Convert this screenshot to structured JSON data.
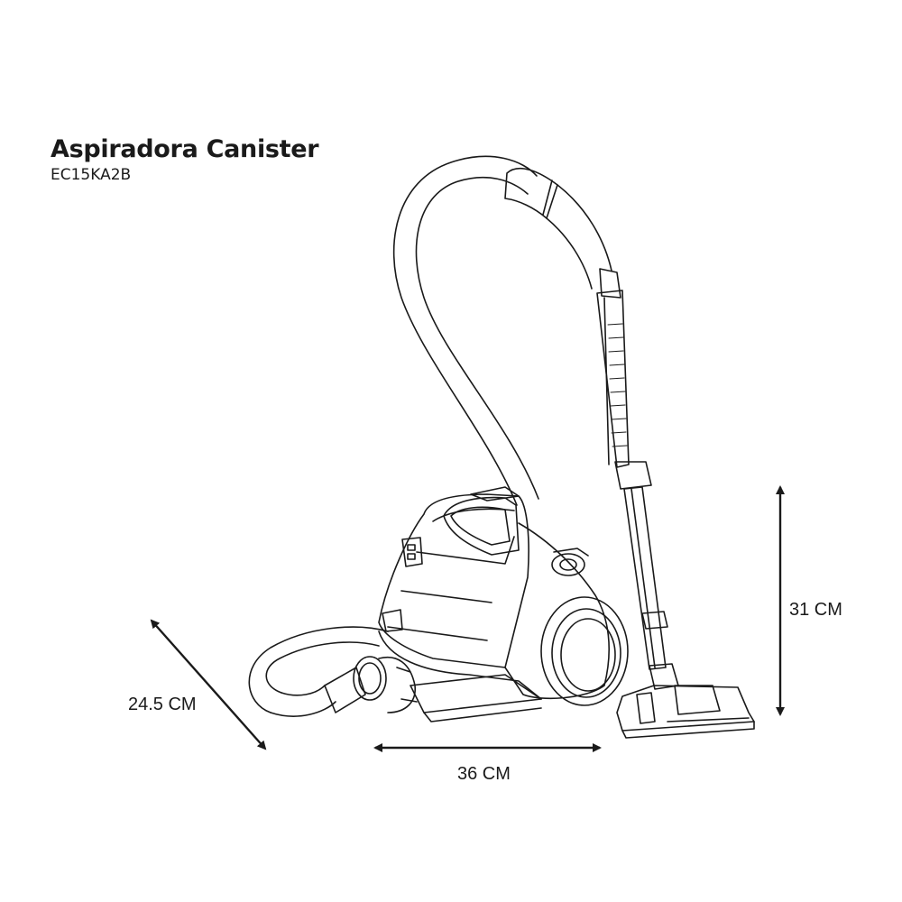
{
  "header": {
    "title": "Aspiradora Canister",
    "model": "EC15KA2B"
  },
  "dimensions": {
    "depth": "24.5 CM",
    "width": "36 CM",
    "height": "31 CM"
  },
  "colors": {
    "line": "#1a1a1a",
    "background": "#ffffff"
  }
}
